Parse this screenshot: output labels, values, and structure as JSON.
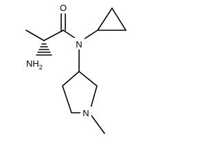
{
  "molecule": {
    "atoms": {
      "oxygen": "O",
      "amide_nitrogen": "N",
      "amine": "NH",
      "amine_subscript": "2",
      "ring_nitrogen": "N"
    }
  },
  "colors": {
    "bond": "#000000",
    "background": "#ffffff"
  }
}
